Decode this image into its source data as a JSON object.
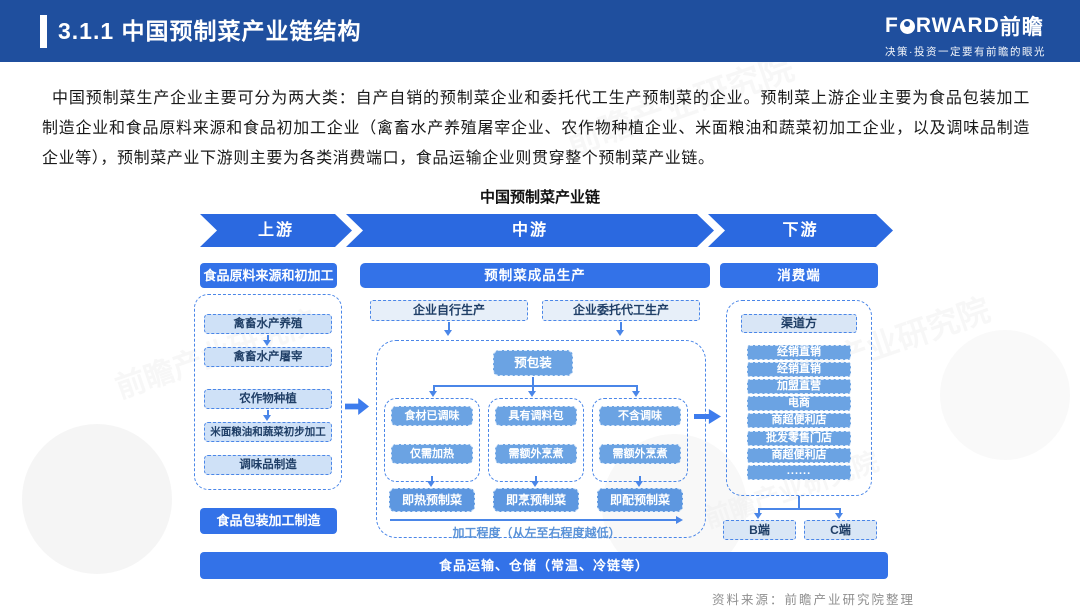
{
  "header": {
    "title": "3.1.1 中国预制菜产业链结构",
    "logo_f": "F",
    "logo_rest": "RWARD",
    "logo_cn": "前瞻",
    "tagline": "决策·投资一定要有前瞻的眼光"
  },
  "paragraph": "中国预制菜生产企业主要可分为两大类：自产自销的预制菜企业和委托代工生产预制菜的企业。预制菜上游企业主要为食品包装加工制造企业和食品原料来源和食品初加工企业（禽畜水产养殖屠宰企业、农作物种植企业、米面粮油和蔬菜初加工企业，以及调味品制造企业等），预制菜产业下游则主要为各类消费端口，食品运输企业则贯穿整个预制菜产业链。",
  "watermark": "前瞻产业研究院",
  "diagram": {
    "title": "中国预制菜产业链",
    "stages": [
      "上游",
      "中游",
      "下游"
    ],
    "upstream": {
      "header": "食品原料来源和初加工",
      "items": [
        "禽畜水产养殖",
        "禽畜水产屠宰",
        "农作物种植",
        "米面粮油和蔬菜初步加工",
        "调味品制造"
      ],
      "packaging": "食品包装加工制造"
    },
    "midstream": {
      "header": "预制菜成品生产",
      "modes": [
        "企业自行生产",
        "企业委托代工生产"
      ],
      "prepackage": "预包装",
      "groups": [
        {
          "trait": "食材已调味",
          "cook": "仅需加热",
          "result": "即热预制菜"
        },
        {
          "trait": "具有调料包",
          "cook": "需额外烹煮",
          "result": "即烹预制菜"
        },
        {
          "trait": "不含调味",
          "cook": "需额外烹煮",
          "result": "即配预制菜"
        }
      ],
      "axis_label": "加工程度（从左至右程度越低）"
    },
    "downstream": {
      "header": "消费端",
      "channel_header": "渠道方",
      "channels": [
        "经销直销",
        "经销直销",
        "加盟直营",
        "电商",
        "商超便利店",
        "批发零售门店",
        "商超便利店",
        "......"
      ],
      "endpoints": [
        "B端",
        "C端"
      ]
    },
    "logistics_bar": "食品运输、仓储（常温、冷链等）"
  },
  "footer": {
    "source": "资料来源：前瞻产业研究院整理"
  },
  "colors": {
    "header_bg": "#1f4f9e",
    "band_blue": "#2b69e0",
    "button_blue": "#3372e8",
    "mid_blue": "#6ba3e3",
    "result_blue": "#5d97e0",
    "light_box": "#cfe1f7",
    "dashed_border": "#4a86e8",
    "axis_text": "#5b93d8"
  }
}
